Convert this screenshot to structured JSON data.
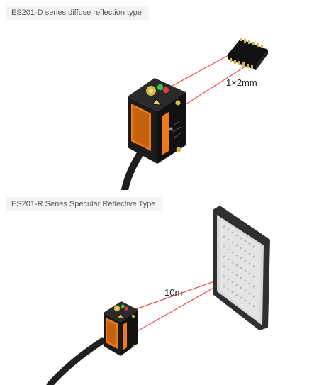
{
  "sections": [
    {
      "title": "ES201-D series diffuse reflection type",
      "target_label": "1×2mm",
      "image_icon": "diffuse-reflection-sensor-illustration"
    },
    {
      "title": "ES201-R Series Specular Reflective Type",
      "target_label": "10m",
      "image_icon": "specular-reflective-sensor-illustration"
    }
  ],
  "colors": {
    "sensor_body": "#1f1f1f",
    "sensor_face": "#161616",
    "accent": "#ef7b18",
    "laser": "#ef4b4b",
    "brass": "#d8b84a",
    "reflector": "#d9d9d9",
    "reflector_frame": "#363636",
    "title_bg": "#f4f4f4"
  }
}
